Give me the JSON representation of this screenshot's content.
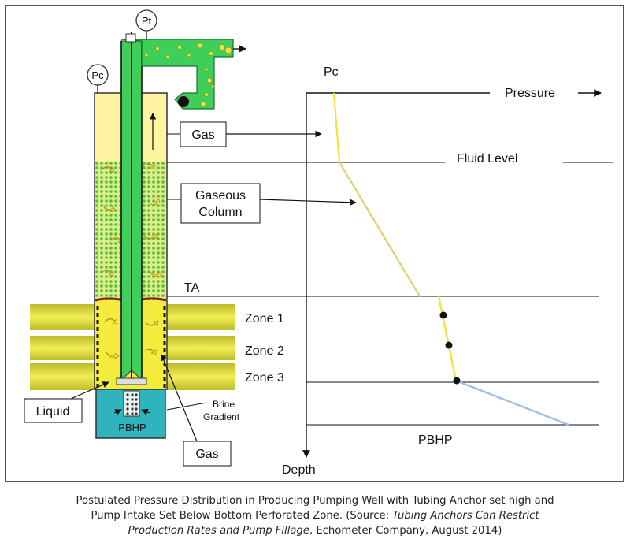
{
  "gauges": {
    "pt": "Pt",
    "pc": "Pc"
  },
  "labels": {
    "gas_top": "Gas",
    "gaseous_line1": "Gaseous",
    "gaseous_line2": "Column",
    "ta": "TA",
    "zone1": "Zone 1",
    "zone2": "Zone 2",
    "zone3": "Zone 3",
    "liquid": "Liquid",
    "brine_line1": "Brine",
    "brine_line2": "Gradient",
    "pbhp_inner": "PBHP",
    "gas_bottom": "Gas"
  },
  "graph": {
    "pc_label": "Pc",
    "pressure_label": "Pressure",
    "fluid_level_label": "Fluid Level",
    "pbhp_label": "PBHP",
    "depth_label": "Depth"
  },
  "caption": {
    "line1": "Postulated Pressure Distribution in Producing Pumping Well with Tubing Anchor set high and",
    "line2_prefix": "Pump Intake Set Below Bottom Perforated Zone. (Source: ",
    "line2_italic": "Tubing Anchors Can Restrict",
    "line3_italic": "Production Rates and Pump Fillage",
    "line3_suffix": ", Echometer Company, August 2014)"
  },
  "colors": {
    "casing_fill": "#fff4a0",
    "foam_green": "#8fd14f",
    "tubing_green": "#3ecf5a",
    "zone_yellow": "#e8e23a",
    "brine_teal": "#2fb3bd",
    "curve_yellow": "#f2e33a",
    "curve_tan": "#e3d37a",
    "curve_blue": "#9dc0e6"
  }
}
